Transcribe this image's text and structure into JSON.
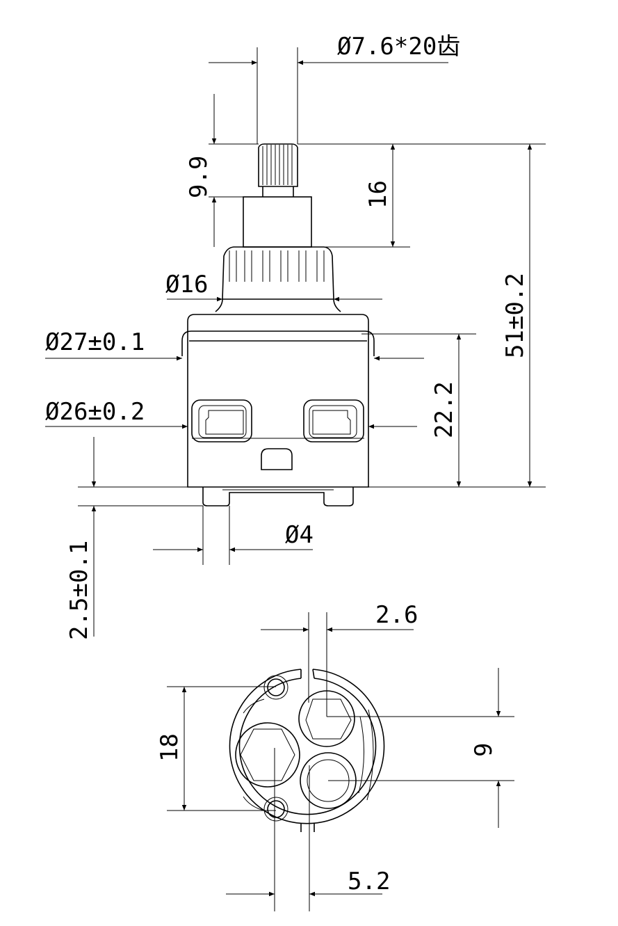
{
  "drawing": {
    "side_view": {
      "spline": "Ø7.6*20齿",
      "spline_height": "9.9",
      "stem_height": "16",
      "total_height": "51±0.2",
      "neck_diameter": "Ø16",
      "rim_diameter": "Ø27±0.1",
      "body_diameter": "Ø26±0.2",
      "body_height": "22.2",
      "foot_height": "2.5±0.1",
      "foot_diameter": "Ø4"
    },
    "bottom_view": {
      "offset_top": "2.6",
      "hole_spacing": "18",
      "port_spacing": "9",
      "offset_bottom": "5.2"
    }
  }
}
